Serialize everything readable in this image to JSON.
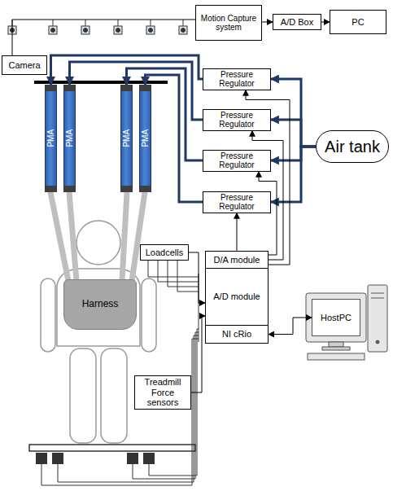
{
  "diagram": {
    "nodes": [
      {
        "text": [
          "Camera"
        ]
      },
      {
        "text": [
          "Motion Capture system"
        ]
      },
      {
        "text": [
          "A/D Box"
        ]
      },
      {
        "text": [
          "PC"
        ]
      },
      {
        "text": [
          "Pressure Regulator"
        ]
      },
      {
        "text": [
          "Pressure Regulator"
        ]
      },
      {
        "text": [
          "Pressure Regulator"
        ]
      },
      {
        "text": [
          "Pressure Regulator"
        ]
      },
      {
        "text": [
          "Air tank"
        ]
      },
      {
        "text": [
          "PMA"
        ]
      },
      {
        "text": [
          "PMA"
        ]
      },
      {
        "text": [
          "PMA"
        ]
      },
      {
        "text": [
          "PMA"
        ]
      },
      {
        "text": [
          "Harness"
        ]
      },
      {
        "text": [
          "Loadcells"
        ]
      },
      {
        "text": [
          "D/A module"
        ]
      },
      {
        "text": [
          "A/D module"
        ]
      },
      {
        "text": [
          "NI cRio"
        ]
      },
      {
        "text": [
          "HostPC"
        ]
      },
      {
        "text": [
          "Treadmill Force sensors"
        ]
      }
    ],
    "edges": [
      {
        "from": 0,
        "to": 1,
        "arrow": "none"
      },
      {
        "from": 1,
        "to": 2,
        "arrow": "to"
      },
      {
        "from": 2,
        "to": 3,
        "arrow": "to"
      },
      {
        "from": 8,
        "to": 4,
        "arrow": "to"
      },
      {
        "from": 8,
        "to": 5,
        "arrow": "to"
      },
      {
        "from": 8,
        "to": 6,
        "arrow": "to"
      },
      {
        "from": 8,
        "to": 7,
        "arrow": "to"
      },
      {
        "from": 4,
        "to": 9,
        "arrow": "to"
      },
      {
        "from": 5,
        "to": 10,
        "arrow": "to"
      },
      {
        "from": 6,
        "to": 11,
        "arrow": "to"
      },
      {
        "from": 7,
        "to": 12,
        "arrow": "to"
      },
      {
        "from": 15,
        "to": 4,
        "arrow": "to"
      },
      {
        "from": 15,
        "to": 5,
        "arrow": "to"
      },
      {
        "from": 15,
        "to": 6,
        "arrow": "to"
      },
      {
        "from": 15,
        "to": 7,
        "arrow": "to"
      },
      {
        "from": 14,
        "to": 16,
        "arrow": "to"
      },
      {
        "from": 19,
        "to": 16,
        "arrow": "to"
      },
      {
        "from": 17,
        "to": 18,
        "arrow": "both"
      }
    ]
  }
}
